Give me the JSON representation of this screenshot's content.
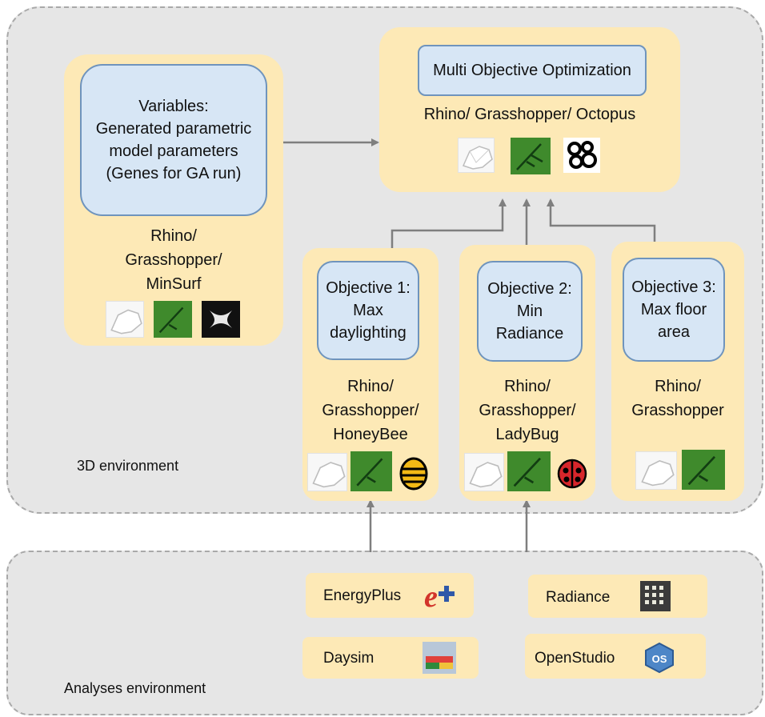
{
  "optimization": {
    "title": "Multi Objective Optimization",
    "tools": "Rhino/ Grasshopper/ Octopus",
    "icons": [
      "rhino-icon",
      "grasshopper-icon",
      "octopus-icon"
    ]
  },
  "variables": {
    "text": "Variables:\nGenerated parametric\nmodel parameters\n(Genes for GA run)",
    "tools": "Rhino/\nGrasshopper/\nMinSurf",
    "icons": [
      "rhino-icon",
      "grasshopper-icon",
      "minsurf-icon"
    ]
  },
  "objectives": [
    {
      "text": "Objective 1:\nMax\ndaylighting",
      "tools": "Rhino/\nGrasshopper/\nHoneyBee",
      "icons": [
        "rhino-icon",
        "grasshopper-icon",
        "honeybee-icon"
      ]
    },
    {
      "text": "Objective 2:\nMin\nRadiance",
      "tools": "Rhino/\nGrasshopper/\nLadyBug",
      "icons": [
        "rhino-icon",
        "grasshopper-icon",
        "ladybug-icon"
      ]
    },
    {
      "text": "Objective 3:\nMax floor\narea",
      "tools": "Rhino/\nGrasshopper",
      "icons": [
        "rhino-icon",
        "grasshopper-icon"
      ]
    }
  ],
  "environments": {
    "top": "3D environment",
    "bottom": "Analyses environment"
  },
  "analysis_tools": [
    {
      "label": "EnergyPlus",
      "icon": "energyplus-icon"
    },
    {
      "label": "Radiance",
      "icon": "radiance-icon"
    },
    {
      "label": "Daysim",
      "icon": "daysim-icon"
    },
    {
      "label": "OpenStudio",
      "icon": "openstudio-icon"
    }
  ],
  "colors": {
    "environment_bg": "#e6e6e6",
    "panel_bg": "#fde9b6",
    "box_bg": "#d7e6f5",
    "box_border": "#6f94bd",
    "arrow": "#7f7f7f"
  }
}
